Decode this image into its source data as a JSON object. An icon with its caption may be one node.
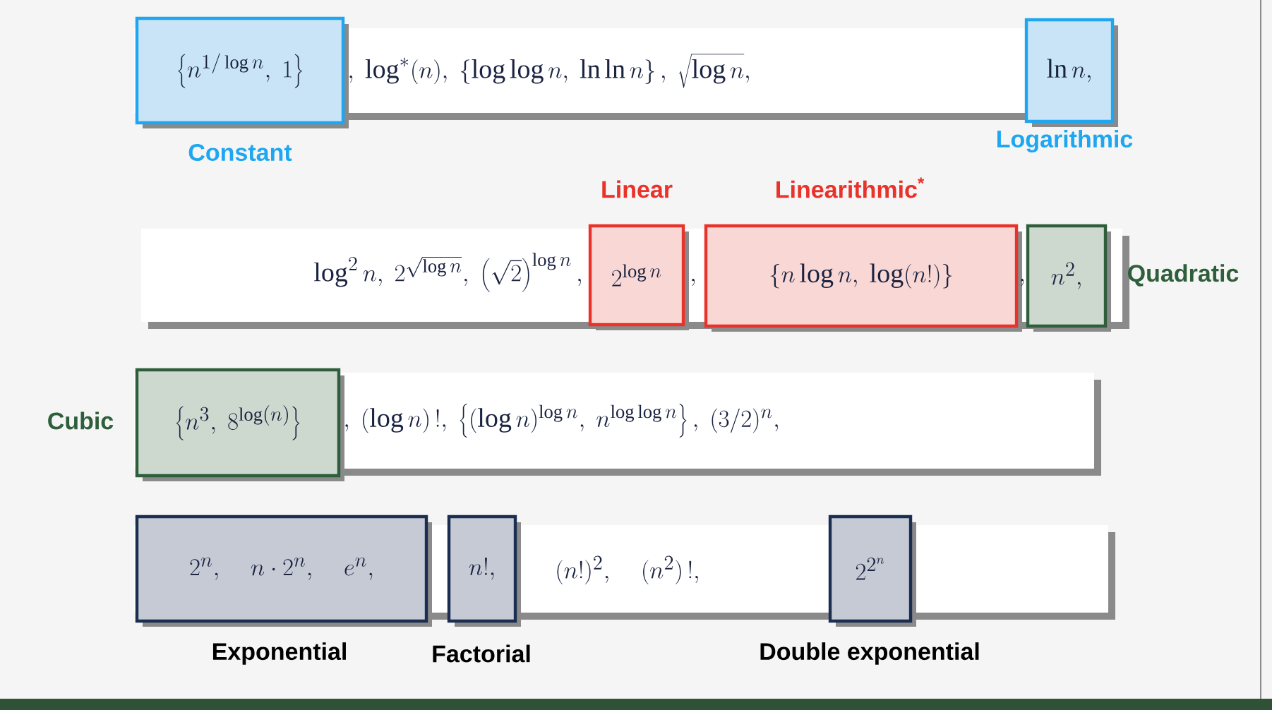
{
  "diagram": {
    "nodes": [
      {
        "text": [
          "\\left\\{n^{1/\\log n},\\ 1\\right\\}"
        ],
        "beside": [
          "Constant"
        ]
      },
      {
        "text": [
          "\\ln n,"
        ],
        "beside": [
          "Logarithmic"
        ]
      },
      {
        "text": [
          "2^{\\log n}"
        ],
        "beside": [
          "Linear"
        ]
      },
      {
        "text": [
          "\\left\\{n\\log n,\\ \\log(n!)\\right\\}"
        ],
        "beside": [
          "Linearithmic$^{*}$"
        ]
      },
      {
        "text": [
          "n^2,"
        ],
        "beside": [
          "Quadratic"
        ]
      },
      {
        "text": [
          "\\left\\{n^3,\\ 8^{\\log(n)}\\right\\}"
        ],
        "beside": [
          "Cubic"
        ]
      },
      {
        "text": [
          "2^n,\\quad n\\cdot 2^n,\\quad e^n,"
        ],
        "beside": [
          "Exponential"
        ]
      },
      {
        "text": [
          "n!,"
        ],
        "beside": [
          "Factorial"
        ]
      },
      {
        "text": [
          "2^{2^n}"
        ],
        "beside": [
          "Double exponential"
        ]
      }
    ],
    "labels": [
      ",\\ \\log^*(n),\\ \\left\\{\\log\\log n,\\ \\ln\\ln n\\right\\},\\ \\sqrt{\\log n},",
      "\\log^2 n,\\ 2^{\\sqrt{\\log n}},\\ \\left(\\sqrt{2}\\right)^{\\log n},",
      ",",
      ",",
      ",\\ (\\log n)\\,!,\\ \\left\\{(\\log n)^{\\log n},\\ n^{\\log\\log n}\\right\\},\\ (3/2)^n,",
      "(n!)^2,\\quad (n^2)\\,!,"
    ]
  }
}
